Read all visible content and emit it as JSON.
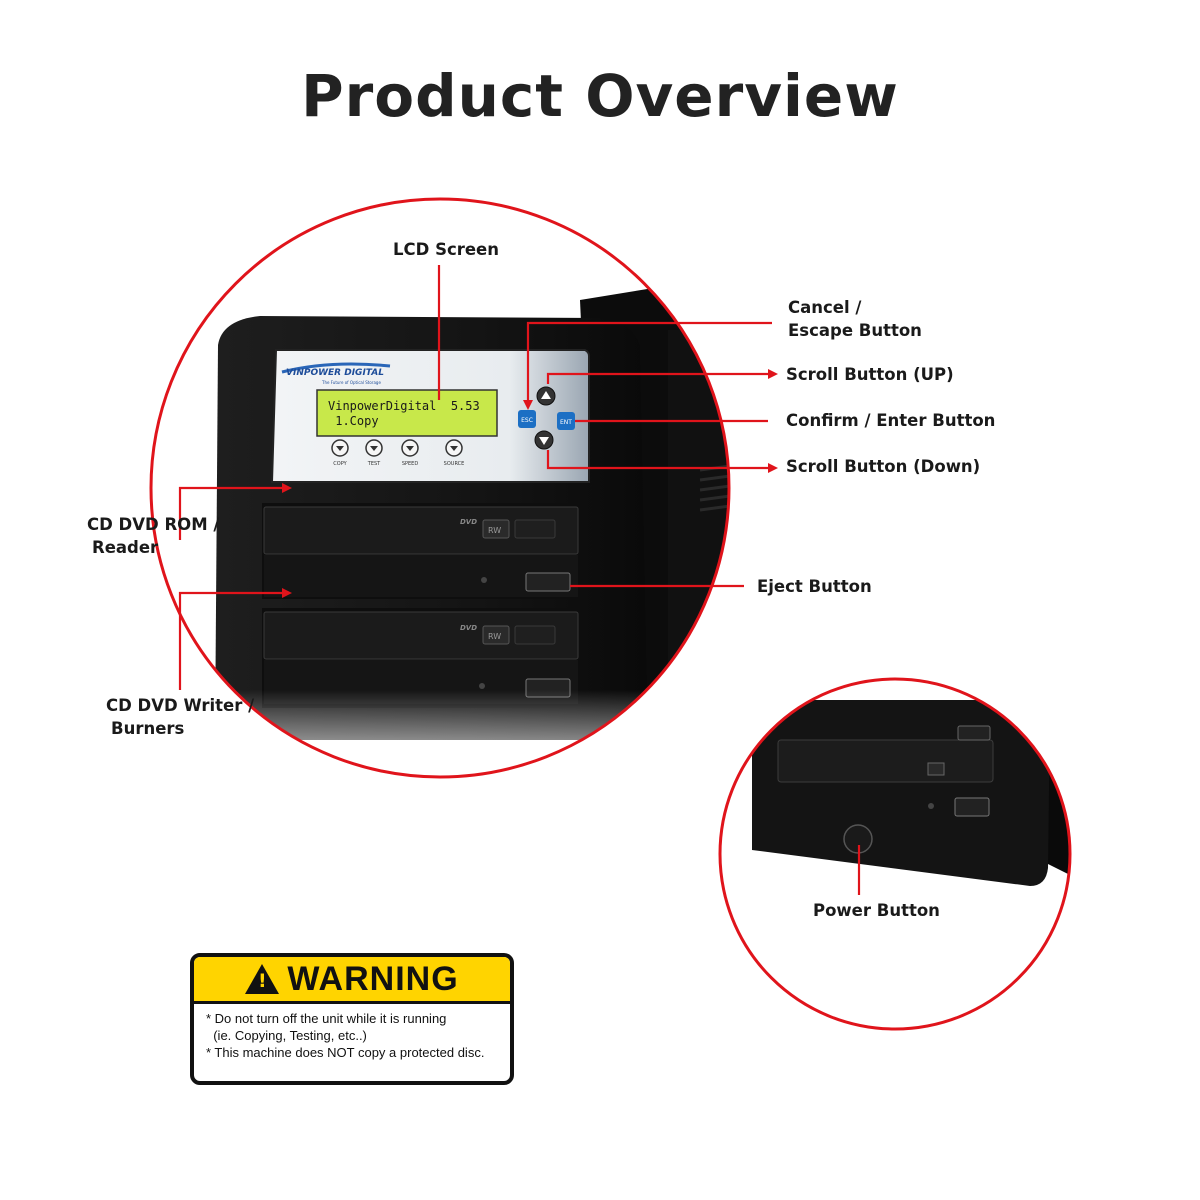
{
  "page": {
    "title": "Product Overview"
  },
  "device": {
    "brand": "VINPOWER DIGITAL",
    "tagline": "The Future of Optical Storage",
    "lcd_line1": "VinpowerDigital  5.53",
    "lcd_line2": " 1.Copy",
    "esc_label": "ESC",
    "ent_label": "ENT",
    "panel_buttons": [
      "COPY",
      "TEST",
      "SPEED",
      "SOURCE"
    ],
    "drive_badges": {
      "dvd": "DVD",
      "rw": "RW"
    }
  },
  "callouts": {
    "lcd_screen": "LCD Screen",
    "cancel_line1": "Cancel /",
    "cancel_line2": "Escape Button",
    "scroll_up": "Scroll Button (UP)",
    "confirm": "Confirm / Enter Button",
    "scroll_down": "Scroll Button (Down)",
    "cd_rom_line1": "CD DVD ROM /",
    "cd_rom_line2": "Reader",
    "eject": "Eject Button",
    "writer_line1": "CD DVD Writer /",
    "writer_line2": "Burners",
    "power": "Power Button"
  },
  "warning": {
    "heading": "WARNING",
    "line1": "* Do not turn off the unit while it is running",
    "line2": "  (ie. Copying, Testing, etc..)",
    "line3": "* This machine does NOT copy a protected disc."
  },
  "colors": {
    "accent_red": "#e0141b",
    "lcd_green": "#c8e84a",
    "warning_yellow": "#ffd400",
    "device_black": "#151515",
    "button_blue": "#1c6fc4"
  }
}
